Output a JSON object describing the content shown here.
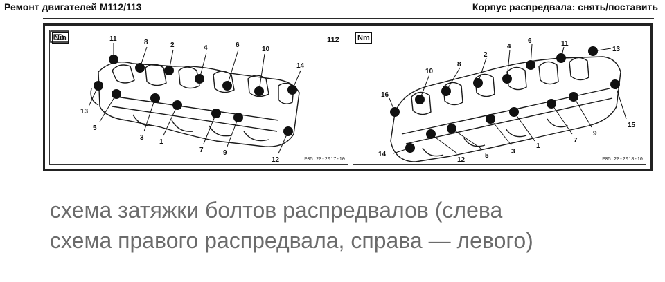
{
  "header": {
    "left_title": "Ремонт двигателей M112/113",
    "right_title": "Корпус распредвала: снять/поставить"
  },
  "figure": {
    "left_panel": {
      "torque_label": "Nm",
      "ref_number": "112",
      "figure_code": "P05.20-2017-10",
      "bolt_labels": [
        "11",
        "8",
        "2",
        "4",
        "6",
        "10",
        "14",
        "13",
        "5",
        "3",
        "1",
        "7",
        "9",
        "12"
      ]
    },
    "right_panel": {
      "torque_label": "Nm",
      "figure_code": "P05.20-2018-10",
      "bolt_labels": [
        "6",
        "11",
        "13",
        "4",
        "2",
        "8",
        "10",
        "16",
        "15",
        "9",
        "7",
        "1",
        "3",
        "5",
        "12",
        "14"
      ]
    }
  },
  "caption": {
    "line1": "схема затяжки болтов распредвалов (слева",
    "line2": "схема правого распредвала, справа — левого)"
  }
}
